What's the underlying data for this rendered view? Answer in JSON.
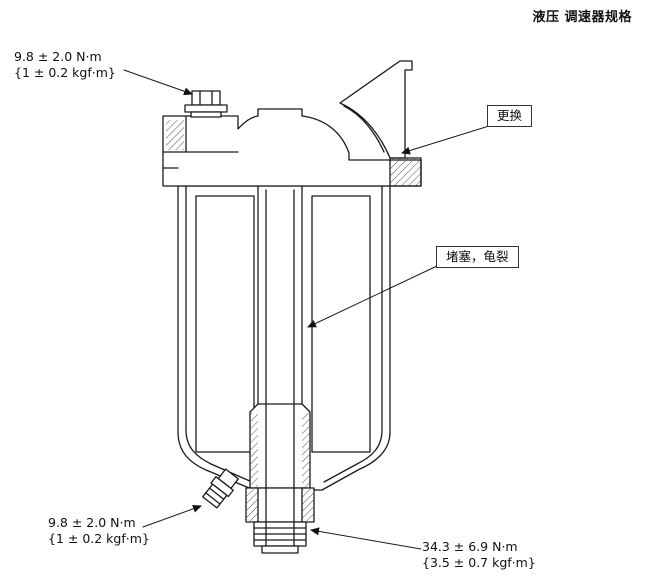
{
  "header": {
    "title": "液压 调速器规格"
  },
  "annotations": {
    "top_bolt_torque": {
      "line1": "9.8 ± 2.0 N·m",
      "line2": "{1 ± 0.2 kgf·m}"
    },
    "replace_label": "更换",
    "clog_label": "堵塞，龟裂",
    "drain_bolt_torque": {
      "line1": "9.8 ± 2.0 N·m",
      "line2": "{1 ± 0.2 kgf·m}"
    },
    "center_bolt_torque": {
      "line1": "34.3 ± 6.9 N·m",
      "line2": "{3.5 ± 0.7 kgf·m}"
    }
  }
}
